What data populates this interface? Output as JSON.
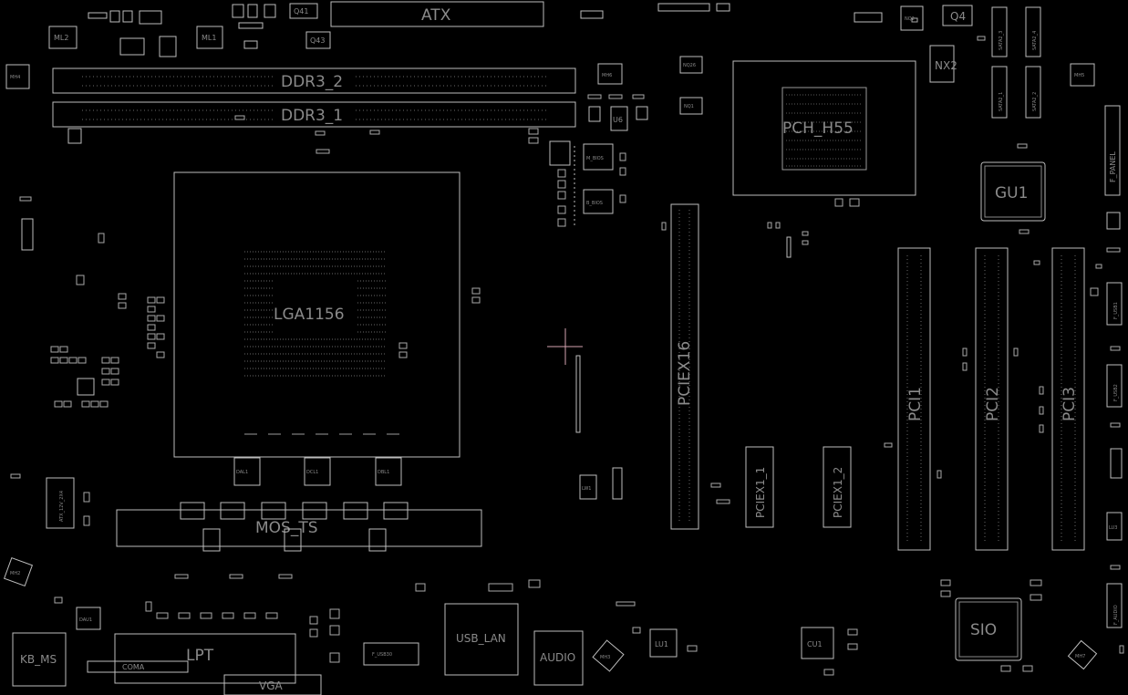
{
  "board": {
    "labels": {
      "atx": "ATX",
      "ddr3_2": "DDR3_2",
      "ddr3_1": "DDR3_1",
      "pch": "PCH_H55",
      "lga": "LGA1156",
      "pciex16": "PCIEX16",
      "pci1": "PCI1",
      "pci2": "PCI2",
      "pci3": "PCI3",
      "pciex1_1": "PCIEX1_1",
      "pciex1_2": "PCIEX1_2",
      "mos_ts": "MOS_TS",
      "gu1": "GU1",
      "sio": "SIO",
      "cu1": "CU1",
      "lu1": "LU1",
      "lpt": "LPT",
      "coma": "COMA",
      "vga": "VGA",
      "kb_ms": "KB_MS",
      "usb_lan": "USB_LAN",
      "audio": "AUDIO",
      "f_panel": "F_PANEL",
      "f_usb1": "F_USB1",
      "f_usb2": "F_USB2",
      "f_audio": "F_AUDIO",
      "ml2": "ML2",
      "ml1": "ML1",
      "q41": "Q41",
      "q43": "Q43",
      "q4": "Q4",
      "nx2": "NX2",
      "nq2": "NQ2",
      "nq1": "NQ1",
      "nq26": "NQ26",
      "u6": "U6",
      "dal1": "DAL1",
      "dcl1": "DCL1",
      "dbl1": "DBL1",
      "dau1": "DAU1",
      "atx_12v": "ATX_12V_2X4",
      "m_bios": "M_BIOS",
      "b_bios": "B_BIOS",
      "f_usb30": "F_USB30",
      "sata2_1": "SATA2_1",
      "sata2_2": "SATA2_2",
      "sata2_3": "SATA2_3",
      "sata2_4": "SATA2_4",
      "lu3": "LU3",
      "lw1": "LW1",
      "mh4": "MH4",
      "mh5": "MH5",
      "mh6": "MH6",
      "mh2": "MH2",
      "mh3": "MH3",
      "mh7": "MH7"
    }
  }
}
